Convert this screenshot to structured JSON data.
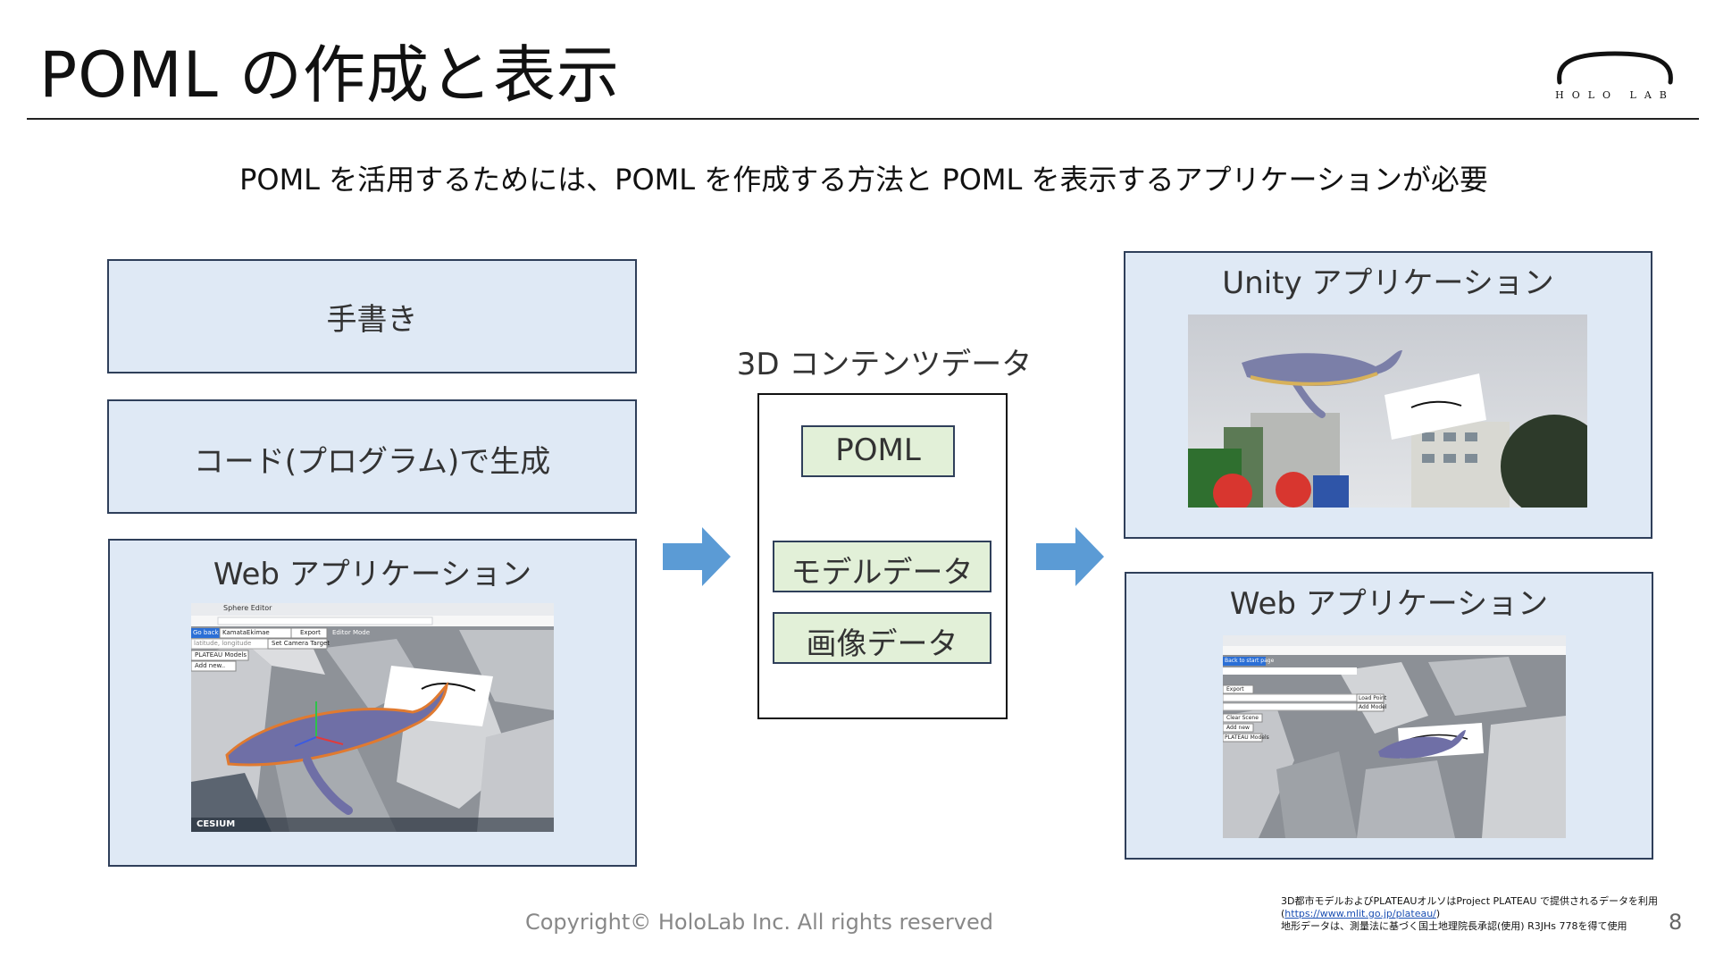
{
  "slide": {
    "title": "POML の作成と表示",
    "subtitle": "POML を活用するためには、POML を作成する方法と POML を表示するアプリケーションが必要",
    "page_number": "8"
  },
  "logo": {
    "text": "HOLO LAB"
  },
  "left": {
    "handwriting_label": "手書き",
    "code_label": "コード(プログラム)で生成",
    "web_app_label": "Web アプリケーション"
  },
  "center": {
    "heading": "3D コンテンツデータ",
    "poml_label": "POML",
    "model_label": "モデルデータ",
    "image_label": "画像データ"
  },
  "right": {
    "unity_label": "Unity アプリケーション",
    "web_app_label": "Web アプリケーション"
  },
  "editor_screenshot": {
    "tab_title": "Sphere Editor",
    "go_back": "Go back",
    "name_field": "KamataEkimae",
    "export_button": "Export",
    "mode_label": "Editor Mode",
    "latlong_placeholder": "latitude, longitude",
    "set_camera_button": "Set Camera Target",
    "plateau_button": "PLATEAU Models",
    "add_new_button": "Add new..",
    "cesium_label": "CESIUM"
  },
  "viewer_screenshot": {
    "back_button": "Back to start page",
    "export_button": "Export",
    "load_button": "Load Point",
    "add_model_button": "Add Model",
    "clear_button": "Clear Scene",
    "add_new_button": "Add new",
    "plateau_button": "PLATEAU Models"
  },
  "colors": {
    "box_fill": "#dfe9f5",
    "green_fill": "#e2f0d8",
    "border": "#2f3f5a",
    "arrow": "#5b9bd5"
  },
  "footer": {
    "copyright": "Copyright© HoloLab Inc. All rights reserved",
    "credit_line1": "3D都市モデルおよびPLATEAUオルソはProject PLATEAU で提供されるデータを利用",
    "credit_url": "https://www.mlit.go.jp/plateau/",
    "credit_line3": "地形データは、測量法に基づく国土地理院長承認(使用) R3JHs 778を得て使用"
  }
}
